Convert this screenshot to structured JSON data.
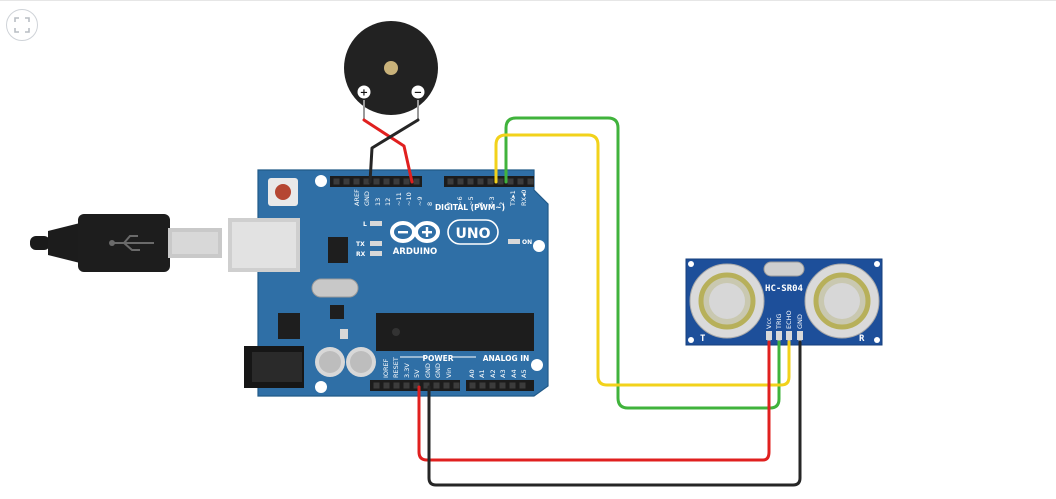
{
  "toolbar": {
    "fit_icon": "fit-to-view-icon"
  },
  "arduino": {
    "brand": "ARDUINO",
    "model": "UNO",
    "digital_header": "DIGITAL (PWM~)",
    "power_header": "POWER",
    "analog_header": "ANALOG IN",
    "led_l": "L",
    "led_tx": "TX",
    "led_rx": "RX",
    "led_on": "ON",
    "digital_pins": [
      "AREF",
      "GND",
      "13",
      "12",
      "~11",
      "~10",
      "~9",
      "8",
      "7",
      "~6",
      "~5",
      "4",
      "~3",
      "2",
      "TX▸1",
      "RX◂0"
    ],
    "power_pins": [
      "IOREF",
      "RESET",
      "3.3V",
      "5V",
      "GND",
      "GND",
      "Vin"
    ],
    "analog_pins": [
      "A0",
      "A1",
      "A2",
      "A3",
      "A4",
      "A5"
    ]
  },
  "sensor": {
    "model": "HC-SR04",
    "pins": [
      "Vcc",
      "TRIG",
      "ECHO",
      "GND"
    ],
    "left_mark": "T",
    "right_mark": "R"
  },
  "buzzer": {
    "plus": "+",
    "minus": "−"
  },
  "colors": {
    "board": "#2f6fa6",
    "sensor": "#1d4f9a",
    "wire_red": "#e0201f",
    "wire_black": "#262626",
    "wire_green": "#40b33c",
    "wire_yellow": "#f2d21b"
  }
}
